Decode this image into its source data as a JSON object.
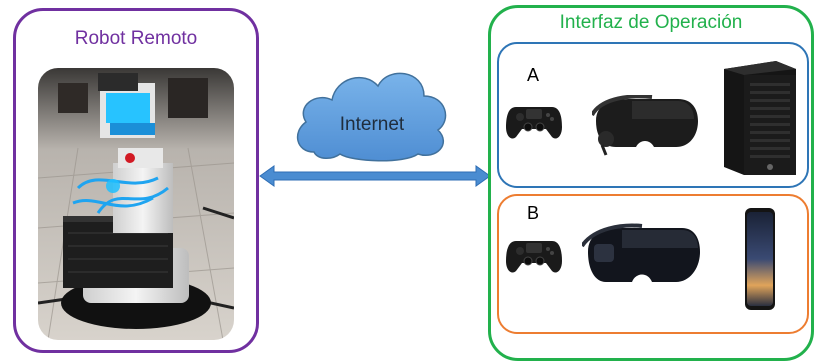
{
  "robot": {
    "title": "Robot Remoto",
    "border_color": "#7030a0"
  },
  "network": {
    "label": "Internet",
    "cloud_color": "#5b9bd5",
    "arrow_color": "#4a8cd1"
  },
  "operation": {
    "title": "Interfaz de Operación",
    "border_color": "#22b14c",
    "setups": [
      {
        "label": "A",
        "border_color": "#2e75b6",
        "devices": [
          "gamepad-icon",
          "vr-headset-icon",
          "desktop-tower-icon"
        ]
      },
      {
        "label": "B",
        "border_color": "#ed7d31",
        "devices": [
          "gamepad-icon",
          "mobile-vr-headset-icon",
          "smartphone-icon"
        ]
      }
    ]
  }
}
